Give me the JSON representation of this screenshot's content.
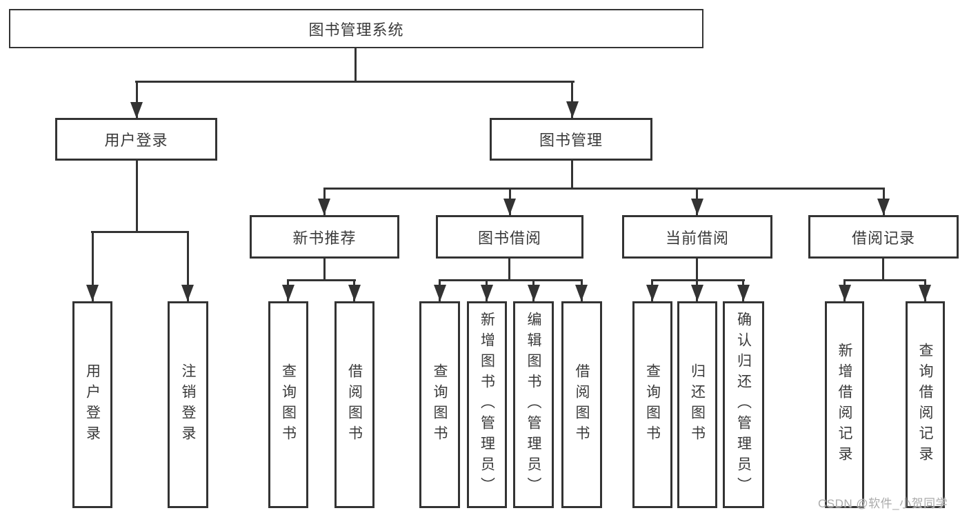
{
  "diagram": {
    "title": "图书管理系统",
    "root": {
      "label": "图书管理系统"
    },
    "branches": [
      {
        "label": "用户登录",
        "children": [
          {
            "label": "用户登录"
          },
          {
            "label": "注销登录"
          }
        ]
      },
      {
        "label": "图书管理",
        "children": [
          {
            "label": "新书推荐",
            "children": [
              {
                "label": "查询图书"
              },
              {
                "label": "借阅图书"
              }
            ]
          },
          {
            "label": "图书借阅",
            "children": [
              {
                "label": "查询图书"
              },
              {
                "label": "新增图书（管理员）"
              },
              {
                "label": "编辑图书（管理员）"
              },
              {
                "label": "借阅图书"
              }
            ]
          },
          {
            "label": "当前借阅",
            "children": [
              {
                "label": "查询图书"
              },
              {
                "label": "归还图书"
              },
              {
                "label": "确认归还（管理员）"
              }
            ]
          },
          {
            "label": "借阅记录",
            "children": [
              {
                "label": "新增借阅记录"
              },
              {
                "label": "查询借阅记录"
              }
            ]
          }
        ]
      }
    ],
    "line_color": "#333333",
    "text_color": "#3a3a3a",
    "background_color": "#ffffff"
  },
  "watermark": {
    "text": "CSDN @软件_小贺同学",
    "color": "#ababab"
  }
}
